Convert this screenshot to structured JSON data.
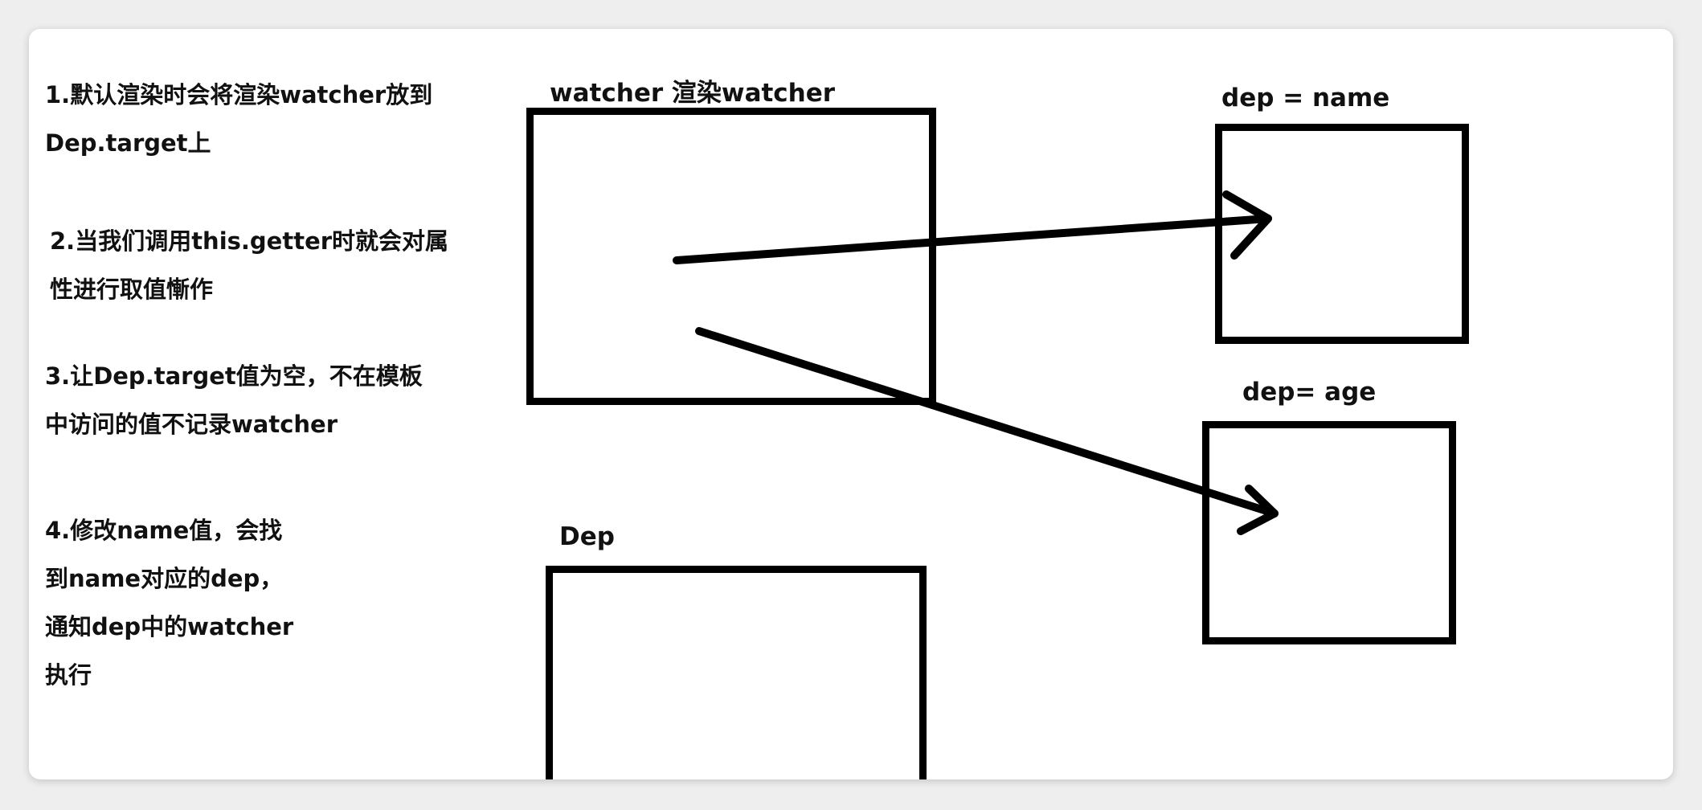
{
  "notes": {
    "step1": "1.默认渲染时会将渲染watcher放到\nDep.target上",
    "step2": "2.当我们调用this.getter时就会对属\n性进行取值慚作",
    "step3": "3.让Dep.target值为空，不在模板\n中访问的值不记录watcher",
    "step4": "4.修改name值，会找\n到name对应的dep，\n通知dep中的watcher\n执行"
  },
  "diagram": {
    "watcher_label": "watcher 渲染watcher",
    "dep_name_label": "dep = name",
    "dep_age_label": "dep= age",
    "dep_class_label": "Dep"
  },
  "colors": {
    "ink": "#000000",
    "card": "#ffffff",
    "backdrop": "#eeeeee"
  }
}
